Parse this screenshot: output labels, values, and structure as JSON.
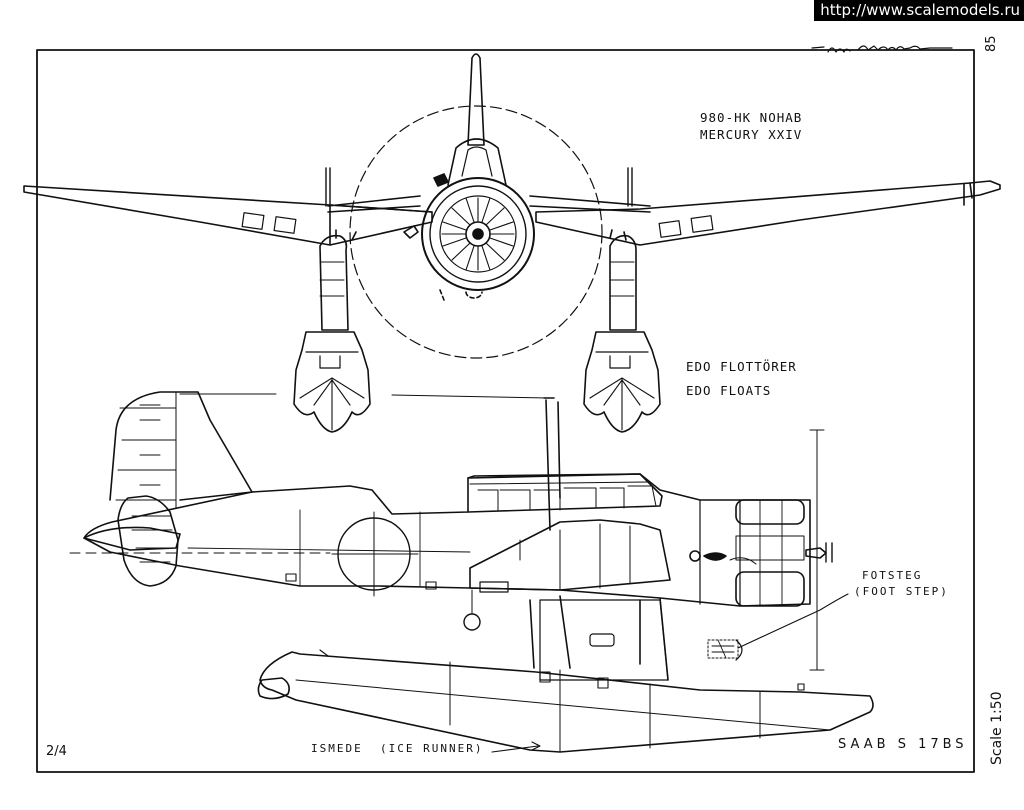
{
  "watermark_url": "http://www.scalemodels.ru",
  "page_number": "85",
  "engine_label_line1": "980-HK NOHAB",
  "engine_label_line2": "MERCURY XXIV",
  "floats_label_swedish": "EDO FLOTTÖRER",
  "floats_label_english": "EDO FLOATS",
  "footstep_label_swedish": "FOTSTEG",
  "footstep_label_english": "(FOOT STEP)",
  "ice_runner_label": "ISMEDE  (ICE RUNNER)",
  "aircraft_title": "SAAB S 17BS",
  "sheet_number": "2/4",
  "scale_label": "Scale 1:50",
  "artist_signature": "Björn Karlström",
  "colors": {
    "ink": "#111111",
    "paper": "#ffffff",
    "watermark_bg": "#000000"
  },
  "views": [
    "front-view",
    "side-view"
  ]
}
